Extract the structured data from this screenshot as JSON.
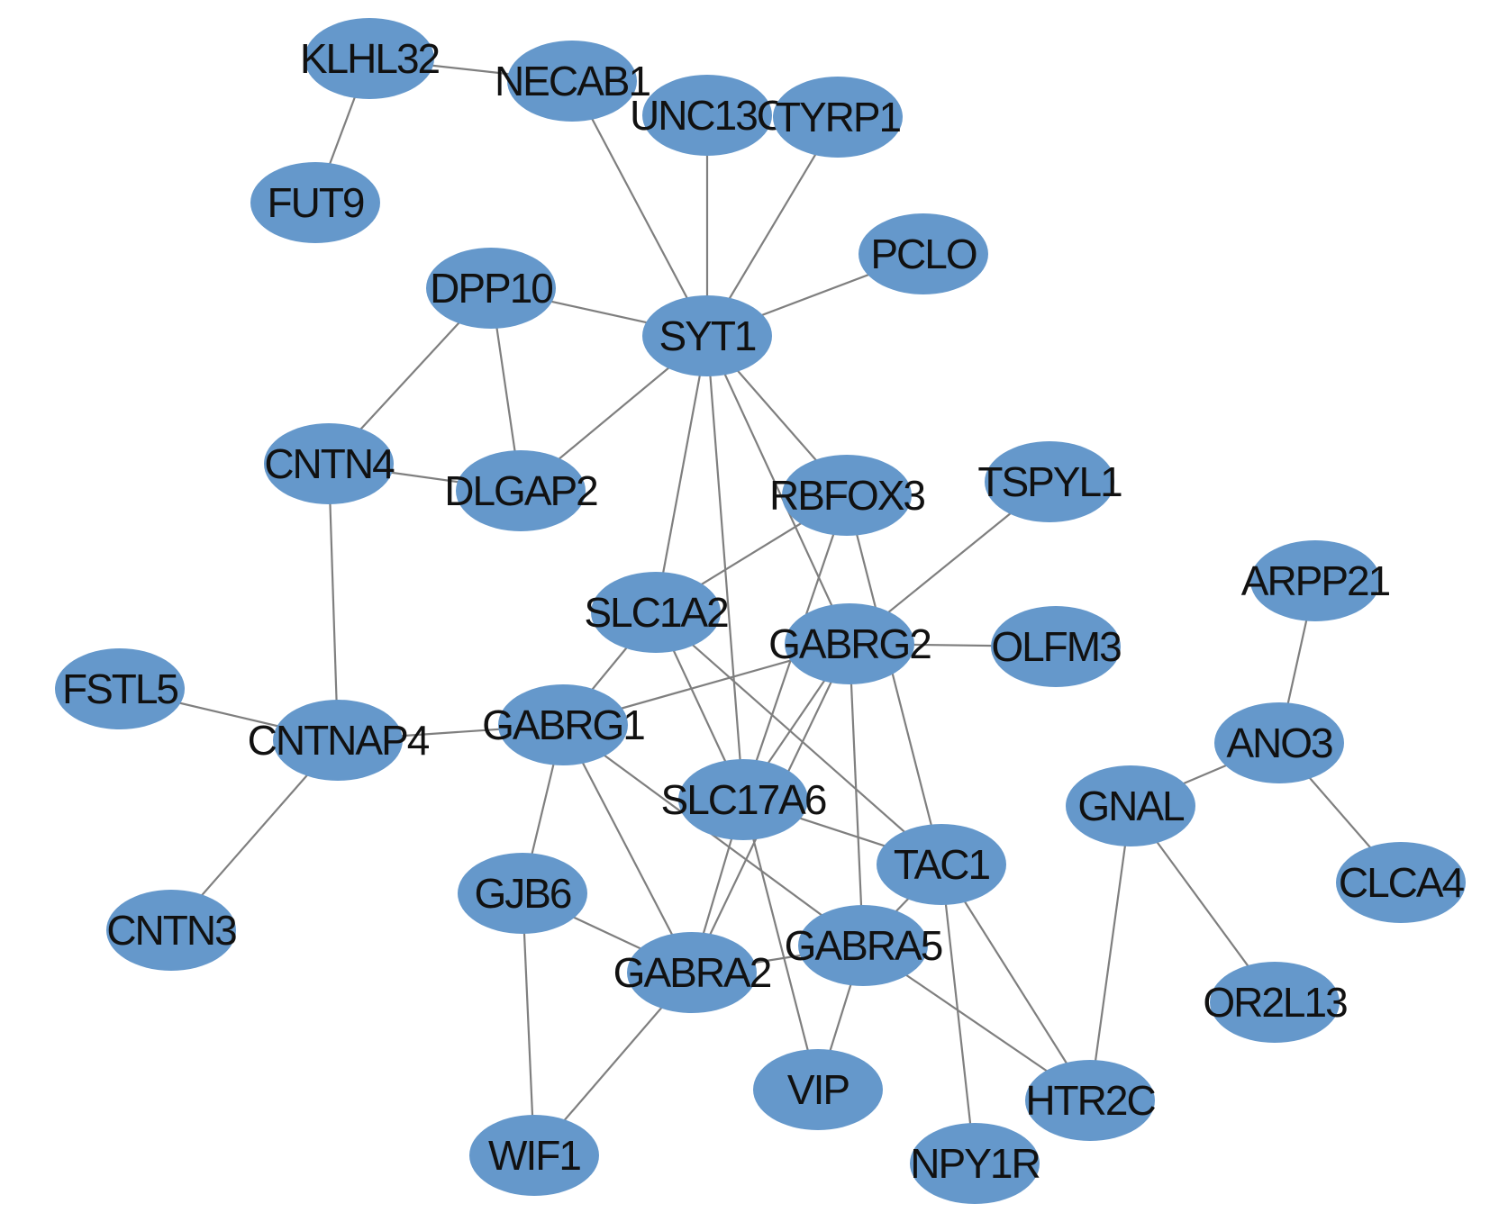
{
  "style": {
    "node_fill": "#6598cb",
    "edge_stroke": "#7f7f7f",
    "label_color": "#111111"
  },
  "nodes": [
    {
      "id": "KLHL32",
      "label": "KLHL32"
    },
    {
      "id": "NECAB1",
      "label": "NECAB1"
    },
    {
      "id": "UNC13C",
      "label": "UNC13C"
    },
    {
      "id": "TYRP1",
      "label": "TYRP1"
    },
    {
      "id": "FUT9",
      "label": "FUT9"
    },
    {
      "id": "PCLO",
      "label": "PCLO"
    },
    {
      "id": "DPP10",
      "label": "DPP10"
    },
    {
      "id": "SYT1",
      "label": "SYT1"
    },
    {
      "id": "CNTN4",
      "label": "CNTN4"
    },
    {
      "id": "DLGAP2",
      "label": "DLGAP2"
    },
    {
      "id": "RBFOX3",
      "label": "RBFOX3"
    },
    {
      "id": "TSPYL1",
      "label": "TSPYL1"
    },
    {
      "id": "ARPP21",
      "label": "ARPP21"
    },
    {
      "id": "SLC1A2",
      "label": "SLC1A2"
    },
    {
      "id": "GABRG2",
      "label": "GABRG2"
    },
    {
      "id": "OLFM3",
      "label": "OLFM3"
    },
    {
      "id": "FSTL5",
      "label": "FSTL5"
    },
    {
      "id": "CNTNAP4",
      "label": "CNTNAP4"
    },
    {
      "id": "GABRG1",
      "label": "GABRG1"
    },
    {
      "id": "ANO3",
      "label": "ANO3"
    },
    {
      "id": "SLC17A6",
      "label": "SLC17A6"
    },
    {
      "id": "GNAL",
      "label": "GNAL"
    },
    {
      "id": "TAC1",
      "label": "TAC1"
    },
    {
      "id": "CLCA4",
      "label": "CLCA4"
    },
    {
      "id": "GJB6",
      "label": "GJB6"
    },
    {
      "id": "CNTN3",
      "label": "CNTN3"
    },
    {
      "id": "GABRA5",
      "label": "GABRA5"
    },
    {
      "id": "GABRA2",
      "label": "GABRA2"
    },
    {
      "id": "OR2L13",
      "label": "OR2L13"
    },
    {
      "id": "VIP",
      "label": "VIP"
    },
    {
      "id": "HTR2C",
      "label": "HTR2C"
    },
    {
      "id": "WIF1",
      "label": "WIF1"
    },
    {
      "id": "NPY1R",
      "label": "NPY1R"
    }
  ],
  "edges": [
    [
      "KLHL32",
      "NECAB1"
    ],
    [
      "KLHL32",
      "FUT9"
    ],
    [
      "NECAB1",
      "SYT1"
    ],
    [
      "UNC13C",
      "SYT1"
    ],
    [
      "TYRP1",
      "SYT1"
    ],
    [
      "PCLO",
      "SYT1"
    ],
    [
      "DPP10",
      "SYT1"
    ],
    [
      "DPP10",
      "CNTN4"
    ],
    [
      "DPP10",
      "DLGAP2"
    ],
    [
      "SYT1",
      "DLGAP2"
    ],
    [
      "CNTN4",
      "DLGAP2"
    ],
    [
      "CNTN4",
      "CNTNAP4"
    ],
    [
      "SYT1",
      "RBFOX3"
    ],
    [
      "SYT1",
      "SLC1A2"
    ],
    [
      "SYT1",
      "SLC17A6"
    ],
    [
      "SYT1",
      "GABRG2"
    ],
    [
      "RBFOX3",
      "SLC1A2"
    ],
    [
      "RBFOX3",
      "SLC17A6"
    ],
    [
      "RBFOX3",
      "TAC1"
    ],
    [
      "TSPYL1",
      "GABRG2"
    ],
    [
      "GABRG2",
      "OLFM3"
    ],
    [
      "GABRG2",
      "GABRG1"
    ],
    [
      "GABRG2",
      "SLC17A6"
    ],
    [
      "GABRG2",
      "GABRA5"
    ],
    [
      "GABRG2",
      "GABRA2"
    ],
    [
      "SLC1A2",
      "GABRG1"
    ],
    [
      "SLC1A2",
      "SLC17A6"
    ],
    [
      "SLC1A2",
      "TAC1"
    ],
    [
      "FSTL5",
      "CNTNAP4"
    ],
    [
      "CNTNAP4",
      "GABRG1"
    ],
    [
      "CNTNAP4",
      "CNTN3"
    ],
    [
      "GABRG1",
      "GJB6"
    ],
    [
      "GABRG1",
      "GABRA2"
    ],
    [
      "GABRG1",
      "GABRA5"
    ],
    [
      "SLC17A6",
      "TAC1"
    ],
    [
      "SLC17A6",
      "GABRA2"
    ],
    [
      "SLC17A6",
      "VIP"
    ],
    [
      "ARPP21",
      "ANO3"
    ],
    [
      "ANO3",
      "GNAL"
    ],
    [
      "ANO3",
      "CLCA4"
    ],
    [
      "GNAL",
      "OR2L13"
    ],
    [
      "GNAL",
      "HTR2C"
    ],
    [
      "TAC1",
      "GABRA5"
    ],
    [
      "TAC1",
      "HTR2C"
    ],
    [
      "TAC1",
      "NPY1R"
    ],
    [
      "GJB6",
      "GABRA2"
    ],
    [
      "GJB6",
      "WIF1"
    ],
    [
      "GABRA2",
      "GABRA5"
    ],
    [
      "GABRA2",
      "WIF1"
    ],
    [
      "GABRA5",
      "VIP"
    ],
    [
      "GABRA5",
      "HTR2C"
    ]
  ]
}
